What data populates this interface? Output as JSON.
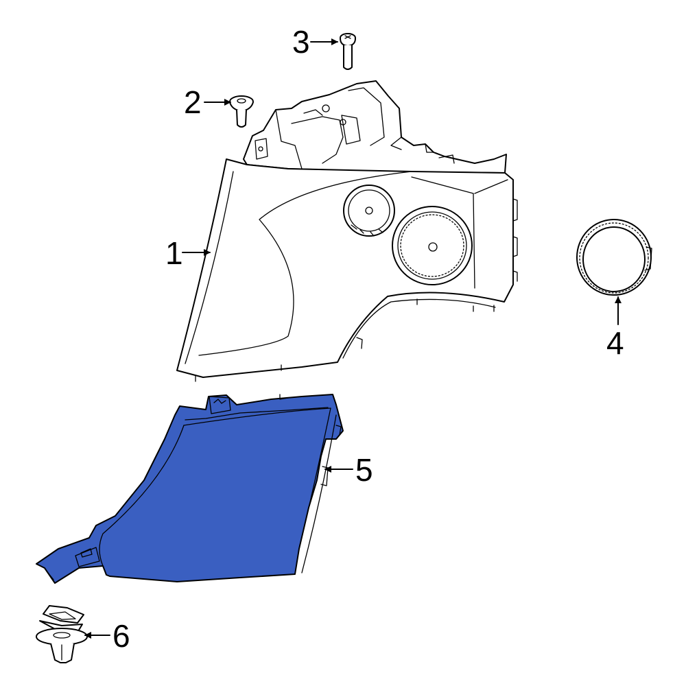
{
  "colors": {
    "highlight": "#3a5fc1",
    "line": "#000000",
    "background": "#ffffff"
  },
  "callouts": [
    {
      "id": "1",
      "label": "1"
    },
    {
      "id": "2",
      "label": "2"
    },
    {
      "id": "3",
      "label": "3"
    },
    {
      "id": "4",
      "label": "4"
    },
    {
      "id": "5",
      "label": "5"
    },
    {
      "id": "6",
      "label": "6"
    }
  ]
}
